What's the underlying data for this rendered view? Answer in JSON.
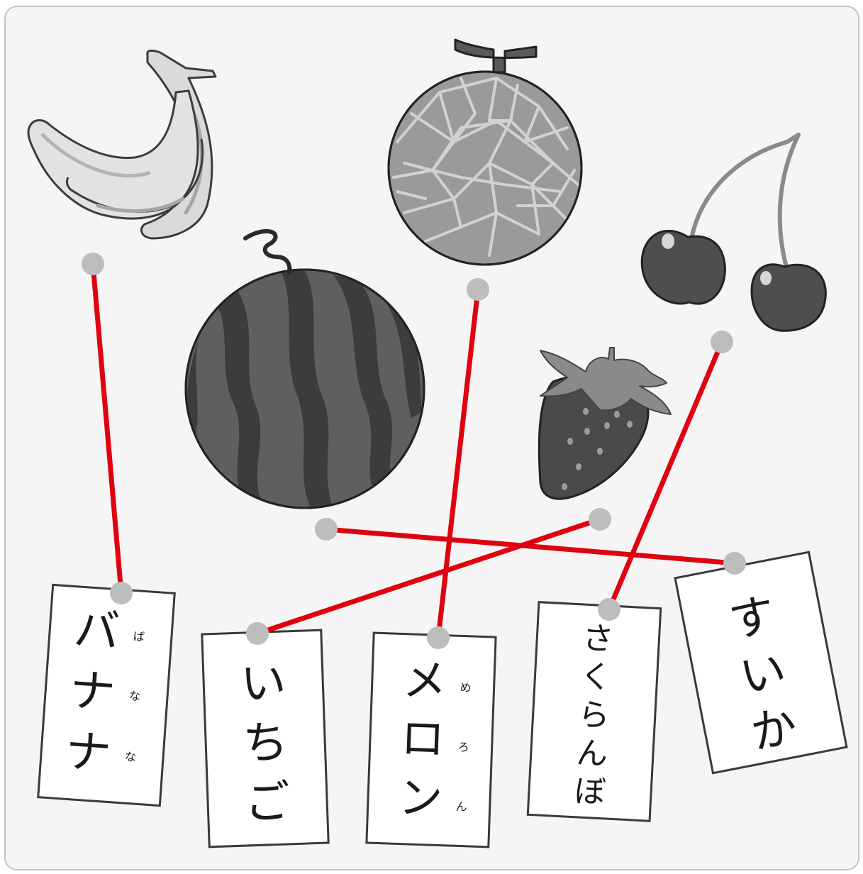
{
  "colors": {
    "background": "#f5f5f5",
    "frame_border": "#c4c4c4",
    "connector_line": "#e0000f",
    "connector_dot": "#bdbdbd",
    "card_fill": "#ffffff",
    "card_border": "#3a3a3a"
  },
  "fruits": [
    {
      "id": "banana",
      "icon": "banana-icon"
    },
    {
      "id": "watermelon",
      "icon": "watermelon-icon"
    },
    {
      "id": "melon",
      "icon": "melon-icon"
    },
    {
      "id": "cherry",
      "icon": "cherry-icon"
    },
    {
      "id": "strawberry",
      "icon": "strawberry-icon"
    }
  ],
  "cards": [
    {
      "id": "banana",
      "chars": [
        "バ",
        "ナ",
        "ナ"
      ],
      "ruby": [
        "ば",
        "な",
        "な"
      ]
    },
    {
      "id": "ichigo",
      "chars": [
        "い",
        "ち",
        "ご"
      ],
      "ruby": []
    },
    {
      "id": "melon",
      "chars": [
        "メ",
        "ロ",
        "ン"
      ],
      "ruby": [
        "め",
        "ろ",
        "ん"
      ]
    },
    {
      "id": "sakuranbo",
      "chars": [
        "さ",
        "く",
        "ら",
        "ん",
        "ぼ"
      ],
      "ruby": []
    },
    {
      "id": "suika",
      "chars": [
        "す",
        "い",
        "か"
      ],
      "ruby": []
    }
  ],
  "matches": [
    {
      "fruit": "banana",
      "card": "banana"
    },
    {
      "fruit": "melon",
      "card": "melon"
    },
    {
      "fruit": "strawberry",
      "card": "ichigo"
    },
    {
      "fruit": "cherry",
      "card": "sakuranbo"
    },
    {
      "fruit": "watermelon",
      "card": "suika"
    }
  ]
}
